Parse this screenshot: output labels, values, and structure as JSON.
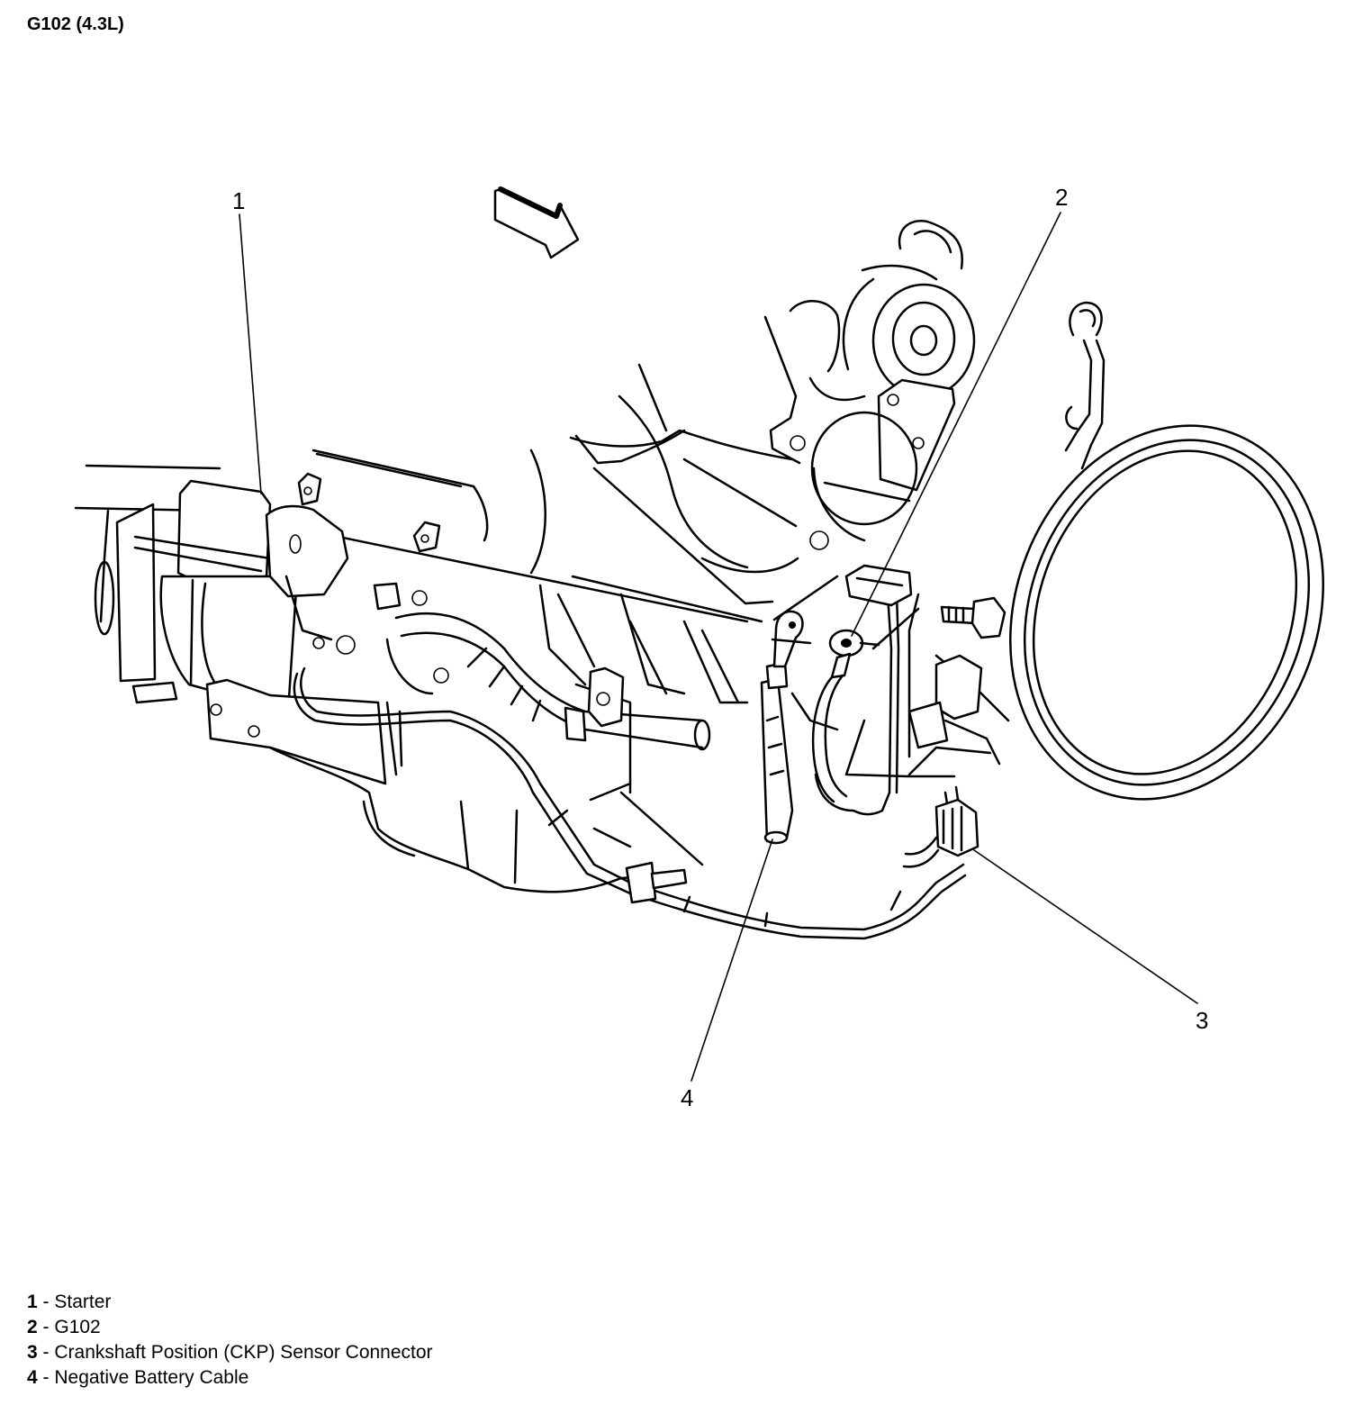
{
  "title": "G102 (4.3L)",
  "callouts": {
    "c1": "1",
    "c2": "2",
    "c3": "3",
    "c4": "4"
  },
  "legend": [
    {
      "num": "1",
      "sep": " - ",
      "text": "Starter"
    },
    {
      "num": "2",
      "sep": " - ",
      "text": "G102"
    },
    {
      "num": "3",
      "sep": " - ",
      "text": "Crankshaft Position (CKP) Sensor Connector"
    },
    {
      "num": "4",
      "sep": " - ",
      "text": "Negative Battery Cable"
    }
  ]
}
